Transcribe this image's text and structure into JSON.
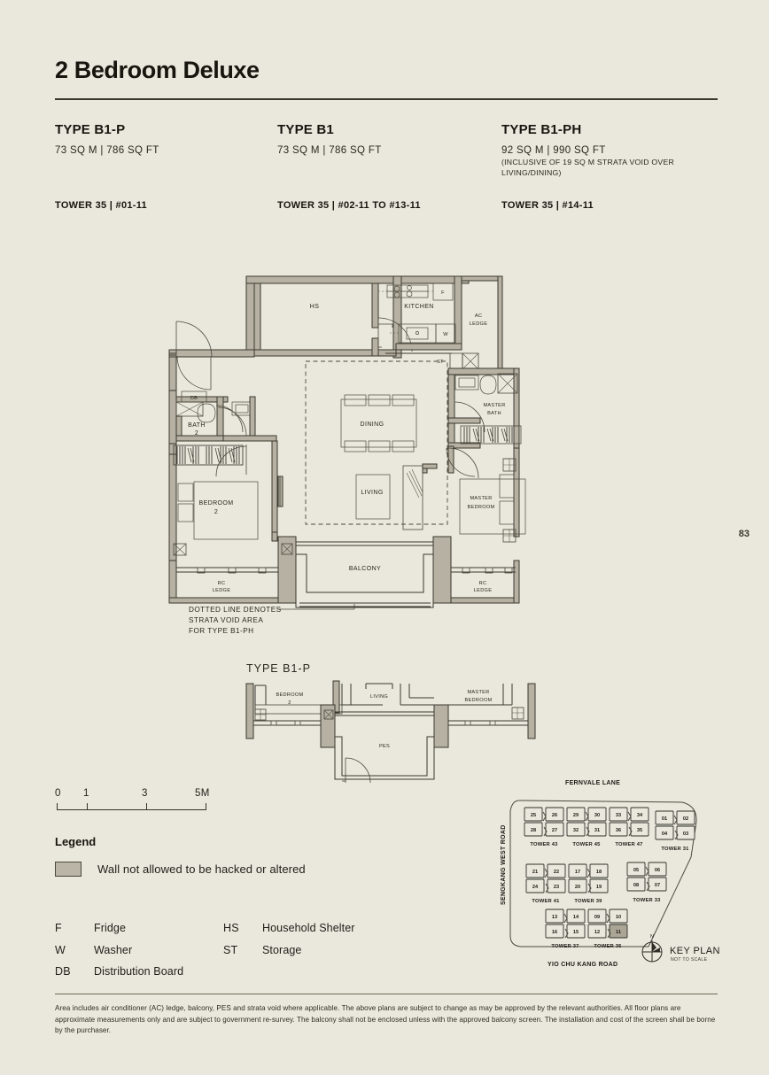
{
  "page": {
    "title": "2 Bedroom Deluxe",
    "page_number": "83"
  },
  "types": [
    {
      "name": "TYPE B1-P",
      "area": "73 SQ M | 786 SQ FT",
      "note": "",
      "tower": "TOWER 35 | #01-11"
    },
    {
      "name": "TYPE B1",
      "area": "73 SQ M | 786 SQ FT",
      "note": "",
      "tower": "TOWER 35 | #02-11 TO #13-11"
    },
    {
      "name": "TYPE B1-PH",
      "area": "92 SQ M | 990 SQ FT",
      "note": "(INCLUSIVE OF 19 SQ M STRATA VOID OVER LIVING/DINING)",
      "tower": "TOWER 35 | #14-11"
    }
  ],
  "plan": {
    "rooms": [
      "HS",
      "KITCHEN",
      "F",
      "W",
      "AC LEDGE",
      "ST",
      "DINING",
      "MASTER BATH",
      "DB",
      "BATH 2",
      "BEDROOM 2",
      "LIVING",
      "MASTER BEDROOM",
      "RC LEDGE",
      "RC LEDGE",
      "BALCONY"
    ],
    "labels": {
      "hs": "HS",
      "kitchen": "KITCHEN",
      "fridge": "F",
      "washer": "W",
      "ac_ledge": "AC\nLEDGE",
      "ac_ledge_l1": "AC",
      "ac_ledge_l2": "LEDGE",
      "storage": "ST",
      "dining": "DINING",
      "master_bath_l1": "MASTER",
      "master_bath_l2": "BATH",
      "db": "DB",
      "bath2_l1": "BATH",
      "bath2_l2": "2",
      "bedroom2_l1": "BEDROOM",
      "bedroom2_l2": "2",
      "living": "LIVING",
      "master_bedroom_l1": "MASTER",
      "master_bedroom_l2": "BEDROOM",
      "rc_ledge_l1": "RC",
      "rc_ledge_l2": "LEDGE",
      "balcony": "BALCONY",
      "pes": "PES"
    },
    "strata_note": "DOTTED LINE DENOTES\nSTRATA VOID AREA\nFOR TYPE B1-PH",
    "strata_note_lines": [
      "DOTTED LINE DENOTES",
      "STRATA VOID AREA",
      "FOR TYPE B1-PH"
    ],
    "section_label": "TYPE B1-P"
  },
  "scale": {
    "ticks": [
      "0",
      "1",
      "3",
      "5M"
    ]
  },
  "legend": {
    "title": "Legend",
    "swatch_label": "Wall not allowed to be hacked or altered",
    "swatch_color": "#bab5a6"
  },
  "abbreviations": {
    "left": [
      {
        "key": "F",
        "value": "Fridge"
      },
      {
        "key": "W",
        "value": "Washer"
      },
      {
        "key": "DB",
        "value": "Distribution Board"
      }
    ],
    "right": [
      {
        "key": "HS",
        "value": "Household Shelter"
      },
      {
        "key": "ST",
        "value": "Storage"
      }
    ]
  },
  "key_plan": {
    "caption": "KEY PLAN",
    "subcaption": "NOT TO SCALE",
    "north_label": "N",
    "roads": {
      "top": "FERNVALE LANE",
      "left": "SENGKANG WEST ROAD",
      "bottom": "YIO CHU KANG ROAD"
    },
    "highlighted_unit": "11",
    "clusters": [
      {
        "tower": "TOWER 43",
        "top": [
          "25",
          "26"
        ],
        "bottom": [
          "28",
          "27"
        ]
      },
      {
        "tower": "TOWER 45",
        "top": [
          "29",
          "30"
        ],
        "bottom": [
          "32",
          "31"
        ]
      },
      {
        "tower": "TOWER 47",
        "top": [
          "33",
          "34"
        ],
        "bottom": [
          "36",
          "35"
        ]
      },
      {
        "tower": "TOWER 31",
        "top": [
          "01",
          "02"
        ],
        "bottom": [
          "04",
          "03"
        ]
      },
      {
        "tower": "TOWER 41",
        "top": [
          "21",
          "22"
        ],
        "bottom": [
          "24",
          "23"
        ]
      },
      {
        "tower": "TOWER 39",
        "top": [
          "17",
          "18"
        ],
        "bottom": [
          "20",
          "19"
        ]
      },
      {
        "tower": "TOWER 33",
        "top": [
          "05",
          "06"
        ],
        "bottom": [
          "08",
          "07"
        ]
      },
      {
        "tower": "TOWER 37",
        "top": [
          "13",
          "14"
        ],
        "bottom": [
          "16",
          "15"
        ]
      },
      {
        "tower": "TOWER 35",
        "top": [
          "09",
          "10"
        ],
        "bottom": [
          "12",
          "11"
        ]
      }
    ]
  },
  "disclaimer": "Area includes air conditioner (AC) ledge, balcony, PES and strata void where applicable. The above plans are subject to change as may be approved by the relevant authorities. All floor plans are approximate measurements only and are subject to government re-survey. The balcony shall not be enclosed unless with the approved balcony screen. The installation and cost of the screen shall be borne by the purchaser."
}
